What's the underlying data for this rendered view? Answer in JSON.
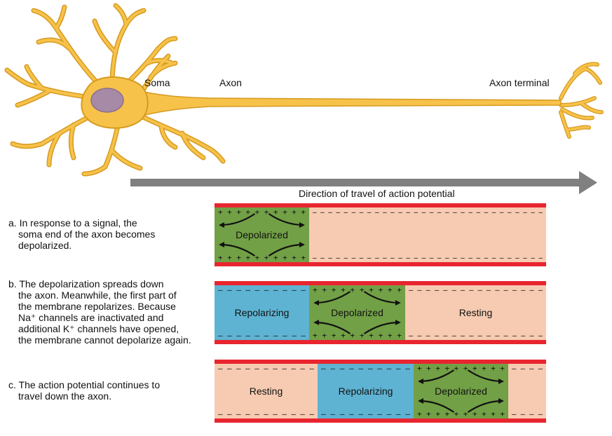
{
  "neuron": {
    "soma_label": "Soma",
    "axon_label": "Axon",
    "terminal_label": "Axon terminal"
  },
  "direction_label": "Direction of travel of action potential",
  "colors": {
    "neuron_fill": "#f7c24a",
    "neuron_stroke": "#d69a1f",
    "nucleus": "#a68aa6",
    "membrane": "#e8252f",
    "resting": "#f6cbb1",
    "repolarizing": "#5eb3d2",
    "depolarized": "#72a046",
    "arrow": "#808080"
  },
  "panels": [
    {
      "id": "a",
      "caption": [
        "a. In response to a signal, the",
        "soma end of the axon becomes",
        "depolarized."
      ],
      "segments": [
        {
          "state": "depolarized",
          "label": "Depolarized",
          "signs": "+ + + + + + + + + +"
        },
        {
          "state": "resting",
          "label": "",
          "signs": "– – – – – – – – – – – – – – – – – – – – – – – – – – – – – –"
        }
      ]
    },
    {
      "id": "b",
      "caption": [
        "b. The depolarization spreads down",
        "the axon. Meanwhile, the first part of",
        "the membrane repolarizes. Because",
        "Na⁺ channels are inactivated and",
        "additional K⁺ channels have opened,",
        "the membrane cannot depolarize again."
      ],
      "segments": [
        {
          "state": "repolarizing",
          "label": "Repolarizing",
          "signs": "– – – – – – – – – –"
        },
        {
          "state": "depolarized",
          "label": "Depolarized",
          "signs": "+ + + + + + + + + +"
        },
        {
          "state": "resting",
          "label": "Resting",
          "signs": "– – – – – – – – – – – – – – – –"
        }
      ]
    },
    {
      "id": "c",
      "caption": [
        "c. The action potential continues to",
        "travel down the axon."
      ],
      "segments": [
        {
          "state": "resting",
          "label": "Resting",
          "signs": "– – – – – – – – – – –"
        },
        {
          "state": "repolarizing",
          "label": "Repolarizing",
          "signs": "– – – – – – – – – –"
        },
        {
          "state": "depolarized",
          "label": "Depolarized",
          "signs": "+ + + + + + + + + +"
        },
        {
          "state": "resting",
          "label": "",
          "signs": "– – – –"
        }
      ]
    }
  ]
}
